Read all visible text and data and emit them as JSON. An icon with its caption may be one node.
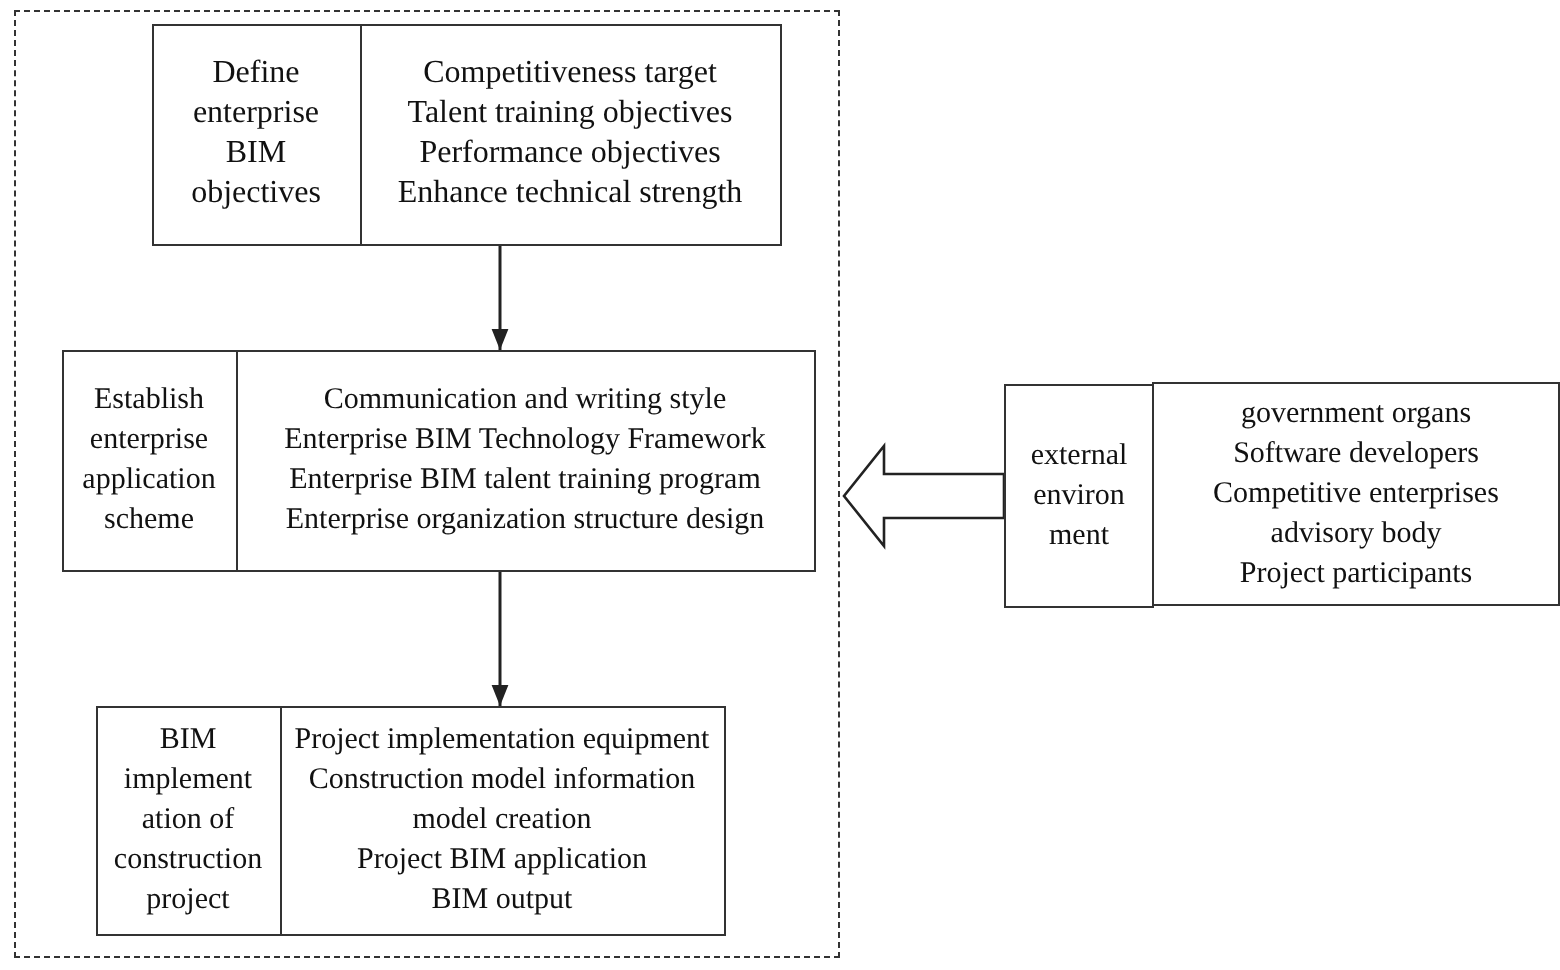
{
  "diagram": {
    "nodes": [
      {
        "text": [],
        "shape": "box"
      },
      {
        "text": [
          "Define enterprise BIM objectives"
        ],
        "in": 0
      },
      {
        "text": [
          "Competitiveness target",
          "Talent training objectives",
          "Performance objectives",
          "Enhance technical strength"
        ],
        "in": 0
      },
      {
        "text": [
          "Establish enterprise application scheme"
        ],
        "in": 0
      },
      {
        "text": [
          "Communication and writing style",
          "Enterprise BIM Technology Framework",
          "Enterprise BIM talent training program",
          "Enterprise organization structure design"
        ],
        "in": 0
      },
      {
        "text": [
          "BIM implement ation of construction project"
        ],
        "in": 0
      },
      {
        "text": [
          "Project implementation equipment",
          "Construction model information model creation",
          "Project BIM application",
          "BIM output"
        ],
        "in": 0
      },
      {
        "text": [
          "external environ ment"
        ]
      },
      {
        "text": [
          "government organs",
          "Software developers",
          "Competitive enterprises",
          "advisory body",
          "Project participants"
        ]
      }
    ],
    "edges": [
      {
        "from": 2,
        "to": 4,
        "arrow": "to"
      },
      {
        "from": 4,
        "to": 6,
        "arrow": "to"
      },
      {
        "from": 7,
        "to": 0,
        "arrow": "to",
        "style": "thick"
      }
    ]
  }
}
